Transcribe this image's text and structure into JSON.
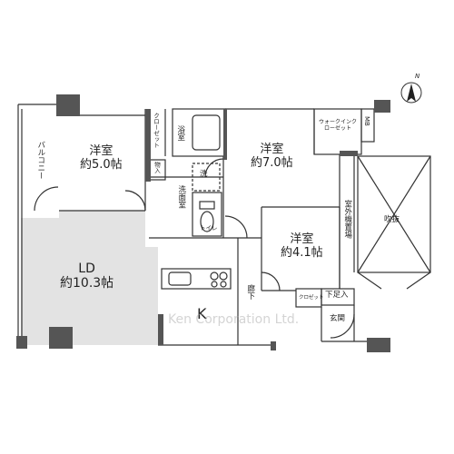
{
  "plan": {
    "rooms": {
      "room_a": {
        "name": "洋室",
        "size": "約5.0帖"
      },
      "room_b": {
        "name": "洋室",
        "size": "約7.0帖"
      },
      "room_c": {
        "name": "洋室",
        "size": "約4.1帖"
      },
      "ld": {
        "name": "LD",
        "size": "約10.3帖"
      },
      "kitchen": "K"
    },
    "labels": {
      "balcony": "バルコニー",
      "closet_a": "クローゼット",
      "bath": "浴室",
      "storage": "物入",
      "washer": "洗",
      "washroom": "洗面室",
      "toilet": "トイレ",
      "walkin_closet": "ウォークインクローゼット",
      "mb": "MB",
      "outdoor_unit": "室外機置場",
      "void": "吹抜",
      "hallway": "廊下",
      "closet_b": "クロゼット",
      "shoe_box": "下足入",
      "entrance": "玄関"
    },
    "north_symbol": "N",
    "watermark": "Ken Corporation Ltd.",
    "colors": {
      "ld_floor": "#e3e3e3",
      "wall": "#555555",
      "line": "#333333"
    }
  }
}
